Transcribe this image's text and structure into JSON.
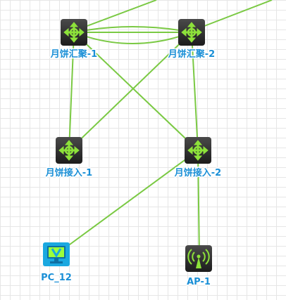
{
  "colors": {
    "link": "#7ac943",
    "switch_body": "#2b2b2b",
    "switch_arrows": "#8de23a",
    "label": "#1a8fd6",
    "pc_body": "#1aa8e0",
    "pc_screen": "#9cff3a",
    "ap_body": "#2b2b2b",
    "ap_waves": "#8de23a"
  },
  "nodes": {
    "agg1": {
      "label": "月饼汇聚-1",
      "type": "switch",
      "icon": "switch-arrows-icon"
    },
    "agg2": {
      "label": "月饼汇聚-2",
      "type": "switch",
      "icon": "switch-arrows-icon"
    },
    "acc1": {
      "label": "月饼接入-1",
      "type": "switch",
      "icon": "switch-arrows-icon"
    },
    "acc2": {
      "label": "月饼接入-2",
      "type": "switch",
      "icon": "switch-arrows-icon"
    },
    "pc": {
      "label": "PC_12",
      "type": "pc",
      "icon": "monitor-icon"
    },
    "ap": {
      "label": "AP-1",
      "type": "ap",
      "icon": "wireless-ap-icon"
    }
  },
  "links": [
    {
      "from": "agg1",
      "to": "agg2"
    },
    {
      "from": "agg1",
      "to": "agg2"
    },
    {
      "from": "agg1",
      "to": "acc1"
    },
    {
      "from": "agg1",
      "to": "acc2"
    },
    {
      "from": "agg2",
      "to": "acc1"
    },
    {
      "from": "agg2",
      "to": "acc2"
    },
    {
      "from": "acc2",
      "to": "pc"
    },
    {
      "from": "acc2",
      "to": "ap"
    },
    {
      "from": "agg1",
      "to": "offscreen-1"
    },
    {
      "from": "agg2",
      "to": "offscreen-2"
    }
  ]
}
